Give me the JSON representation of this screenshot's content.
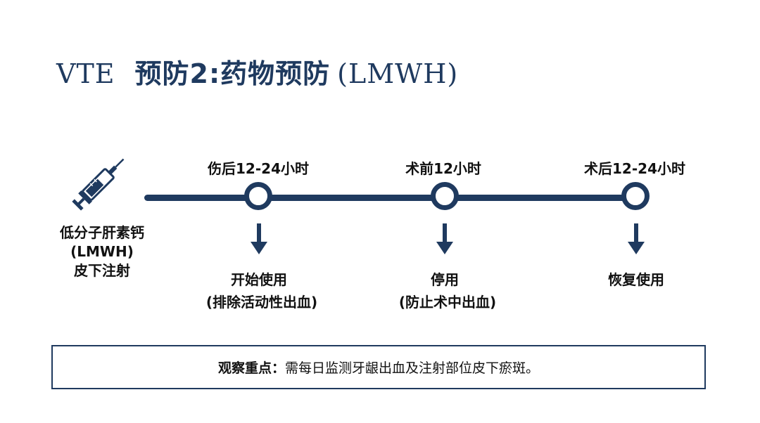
{
  "title": {
    "prefix": "VTE",
    "main": "预防2:药物预防",
    "abbr": "(LMWH)"
  },
  "drug": {
    "line1": "低分子肝素钙",
    "line2": "(LMWH)",
    "line3": "皮下注射"
  },
  "timeline": [
    {
      "time": "伤后12-24小时",
      "action": "开始使用",
      "note": "(排除活动性出血)"
    },
    {
      "time": "术前12小时",
      "action": "停用",
      "note": "(防止术中出血)"
    },
    {
      "time": "术后12-24小时",
      "action": "恢复使用",
      "note": ""
    }
  ],
  "observation": {
    "label": "观察重点：",
    "text": "需每日监测牙龈出血及注射部位皮下瘀斑。"
  },
  "colors": {
    "accent": "#1f3a5f"
  },
  "icons": {
    "drug": "syringe-icon"
  }
}
